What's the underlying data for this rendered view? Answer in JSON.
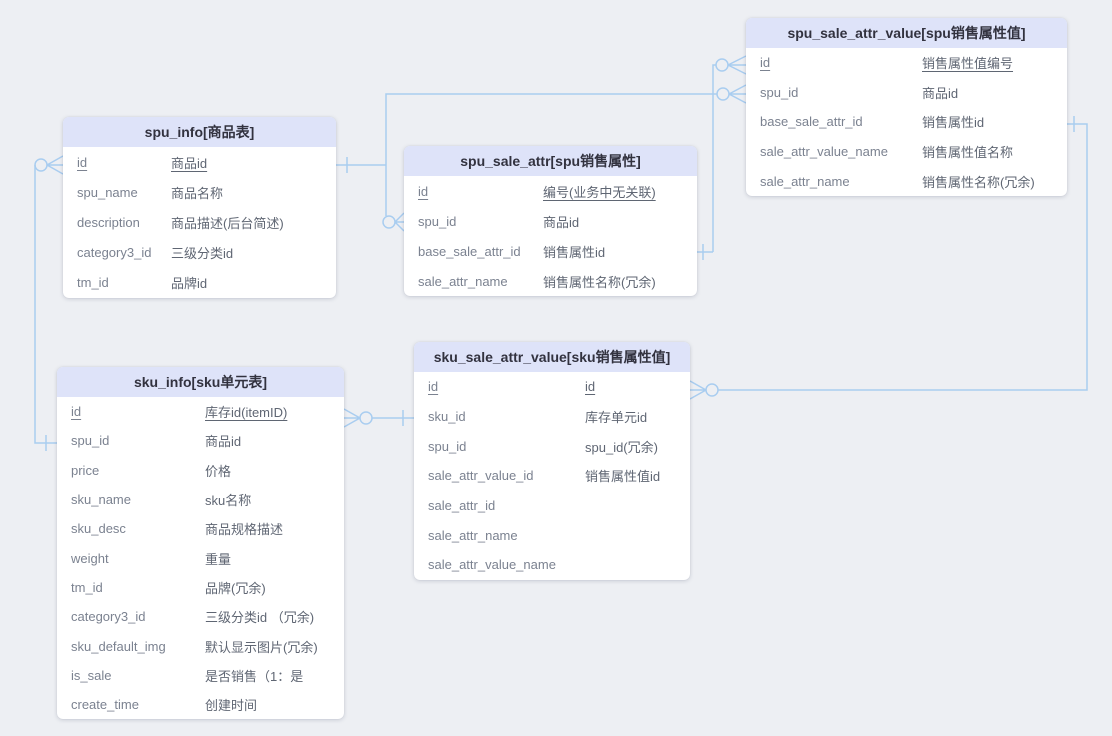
{
  "diagram": {
    "background_color": "#edeff3",
    "card_color": "#ffffff",
    "header_color": "#dee3f9",
    "title_color": "#32323f",
    "field_name_color": "#7b8290",
    "field_comment_color": "#5f6673",
    "relation_line_color": "#a9cdf0"
  },
  "tables": [
    {
      "id": "spu_info",
      "title": "spu_info[商品表]",
      "rows": [
        {
          "name": "id",
          "comment": "商品id",
          "pk": true
        },
        {
          "name": "spu_name",
          "comment": "商品名称"
        },
        {
          "name": "description",
          "comment": "商品描述(后台简述)"
        },
        {
          "name": "category3_id",
          "comment": "三级分类id"
        },
        {
          "name": "tm_id",
          "comment": "品牌id"
        }
      ]
    },
    {
      "id": "spu_sale_attr",
      "title": "spu_sale_attr[spu销售属性]",
      "rows": [
        {
          "name": "id",
          "comment": "编号(业务中无关联)",
          "pk": true
        },
        {
          "name": "spu_id",
          "comment": "商品id"
        },
        {
          "name": "base_sale_attr_id",
          "comment": "销售属性id"
        },
        {
          "name": "sale_attr_name",
          "comment": "销售属性名称(冗余)"
        }
      ]
    },
    {
      "id": "spu_sale_attr_value",
      "title": "spu_sale_attr_value[spu销售属性值]",
      "rows": [
        {
          "name": "id",
          "comment": "销售属性值编号",
          "pk": true
        },
        {
          "name": "spu_id",
          "comment": "商品id"
        },
        {
          "name": "base_sale_attr_id",
          "comment": "销售属性id"
        },
        {
          "name": "sale_attr_value_name",
          "comment": "销售属性值名称"
        },
        {
          "name": "sale_attr_name",
          "comment": "销售属性名称(冗余)"
        }
      ]
    },
    {
      "id": "sku_info",
      "title": "sku_info[sku单元表]",
      "rows": [
        {
          "name": "id",
          "comment": "库存id(itemID)",
          "pk": true
        },
        {
          "name": "spu_id",
          "comment": "商品id"
        },
        {
          "name": "price",
          "comment": "价格"
        },
        {
          "name": "sku_name",
          "comment": "sku名称"
        },
        {
          "name": "sku_desc",
          "comment": "商品规格描述"
        },
        {
          "name": "weight",
          "comment": "重量"
        },
        {
          "name": "tm_id",
          "comment": "品牌(冗余)"
        },
        {
          "name": "category3_id",
          "comment": "三级分类id （冗余)"
        },
        {
          "name": "sku_default_img",
          "comment": "默认显示图片(冗余)"
        },
        {
          "name": "is_sale",
          "comment": "是否销售（1：是"
        },
        {
          "name": "create_time",
          "comment": "创建时间"
        }
      ]
    },
    {
      "id": "sku_sale_attr_value",
      "title": "sku_sale_attr_value[sku销售属性值]",
      "rows": [
        {
          "name": "id",
          "comment": "id",
          "pk": true
        },
        {
          "name": "sku_id",
          "comment": "库存单元id"
        },
        {
          "name": "spu_id",
          "comment": "spu_id(冗余)"
        },
        {
          "name": "sale_attr_value_id",
          "comment": "销售属性值id"
        },
        {
          "name": "sale_attr_id",
          "comment": ""
        },
        {
          "name": "sale_attr_name",
          "comment": ""
        },
        {
          "name": "sale_attr_value_name",
          "comment": ""
        }
      ]
    }
  ],
  "relations": [
    {
      "from": "spu_info.id",
      "from_symbol": "zero-or-many",
      "to": "sku_info.spu_id",
      "to_symbol": "one"
    },
    {
      "from": "spu_info.id",
      "from_symbol": "one",
      "to": "spu_sale_attr.spu_id",
      "to_symbol": "zero-or-many"
    },
    {
      "from": "spu_info.id",
      "from_symbol": "one",
      "to": "spu_sale_attr_value.spu_id",
      "to_symbol": "zero-or-many"
    },
    {
      "from": "spu_sale_attr.base_sale_attr_id",
      "from_symbol": "one",
      "to": "spu_sale_attr_value.id",
      "to_symbol": "zero-or-many"
    },
    {
      "from": "sku_info.id",
      "from_symbol": "zero-or-many",
      "to": "sku_sale_attr_value.sku_id",
      "to_symbol": "one"
    },
    {
      "from": "sku_sale_attr_value.id",
      "from_symbol": "zero-or-many",
      "to": "spu_sale_attr_value.base_sale_attr_id",
      "to_symbol": "one"
    }
  ]
}
